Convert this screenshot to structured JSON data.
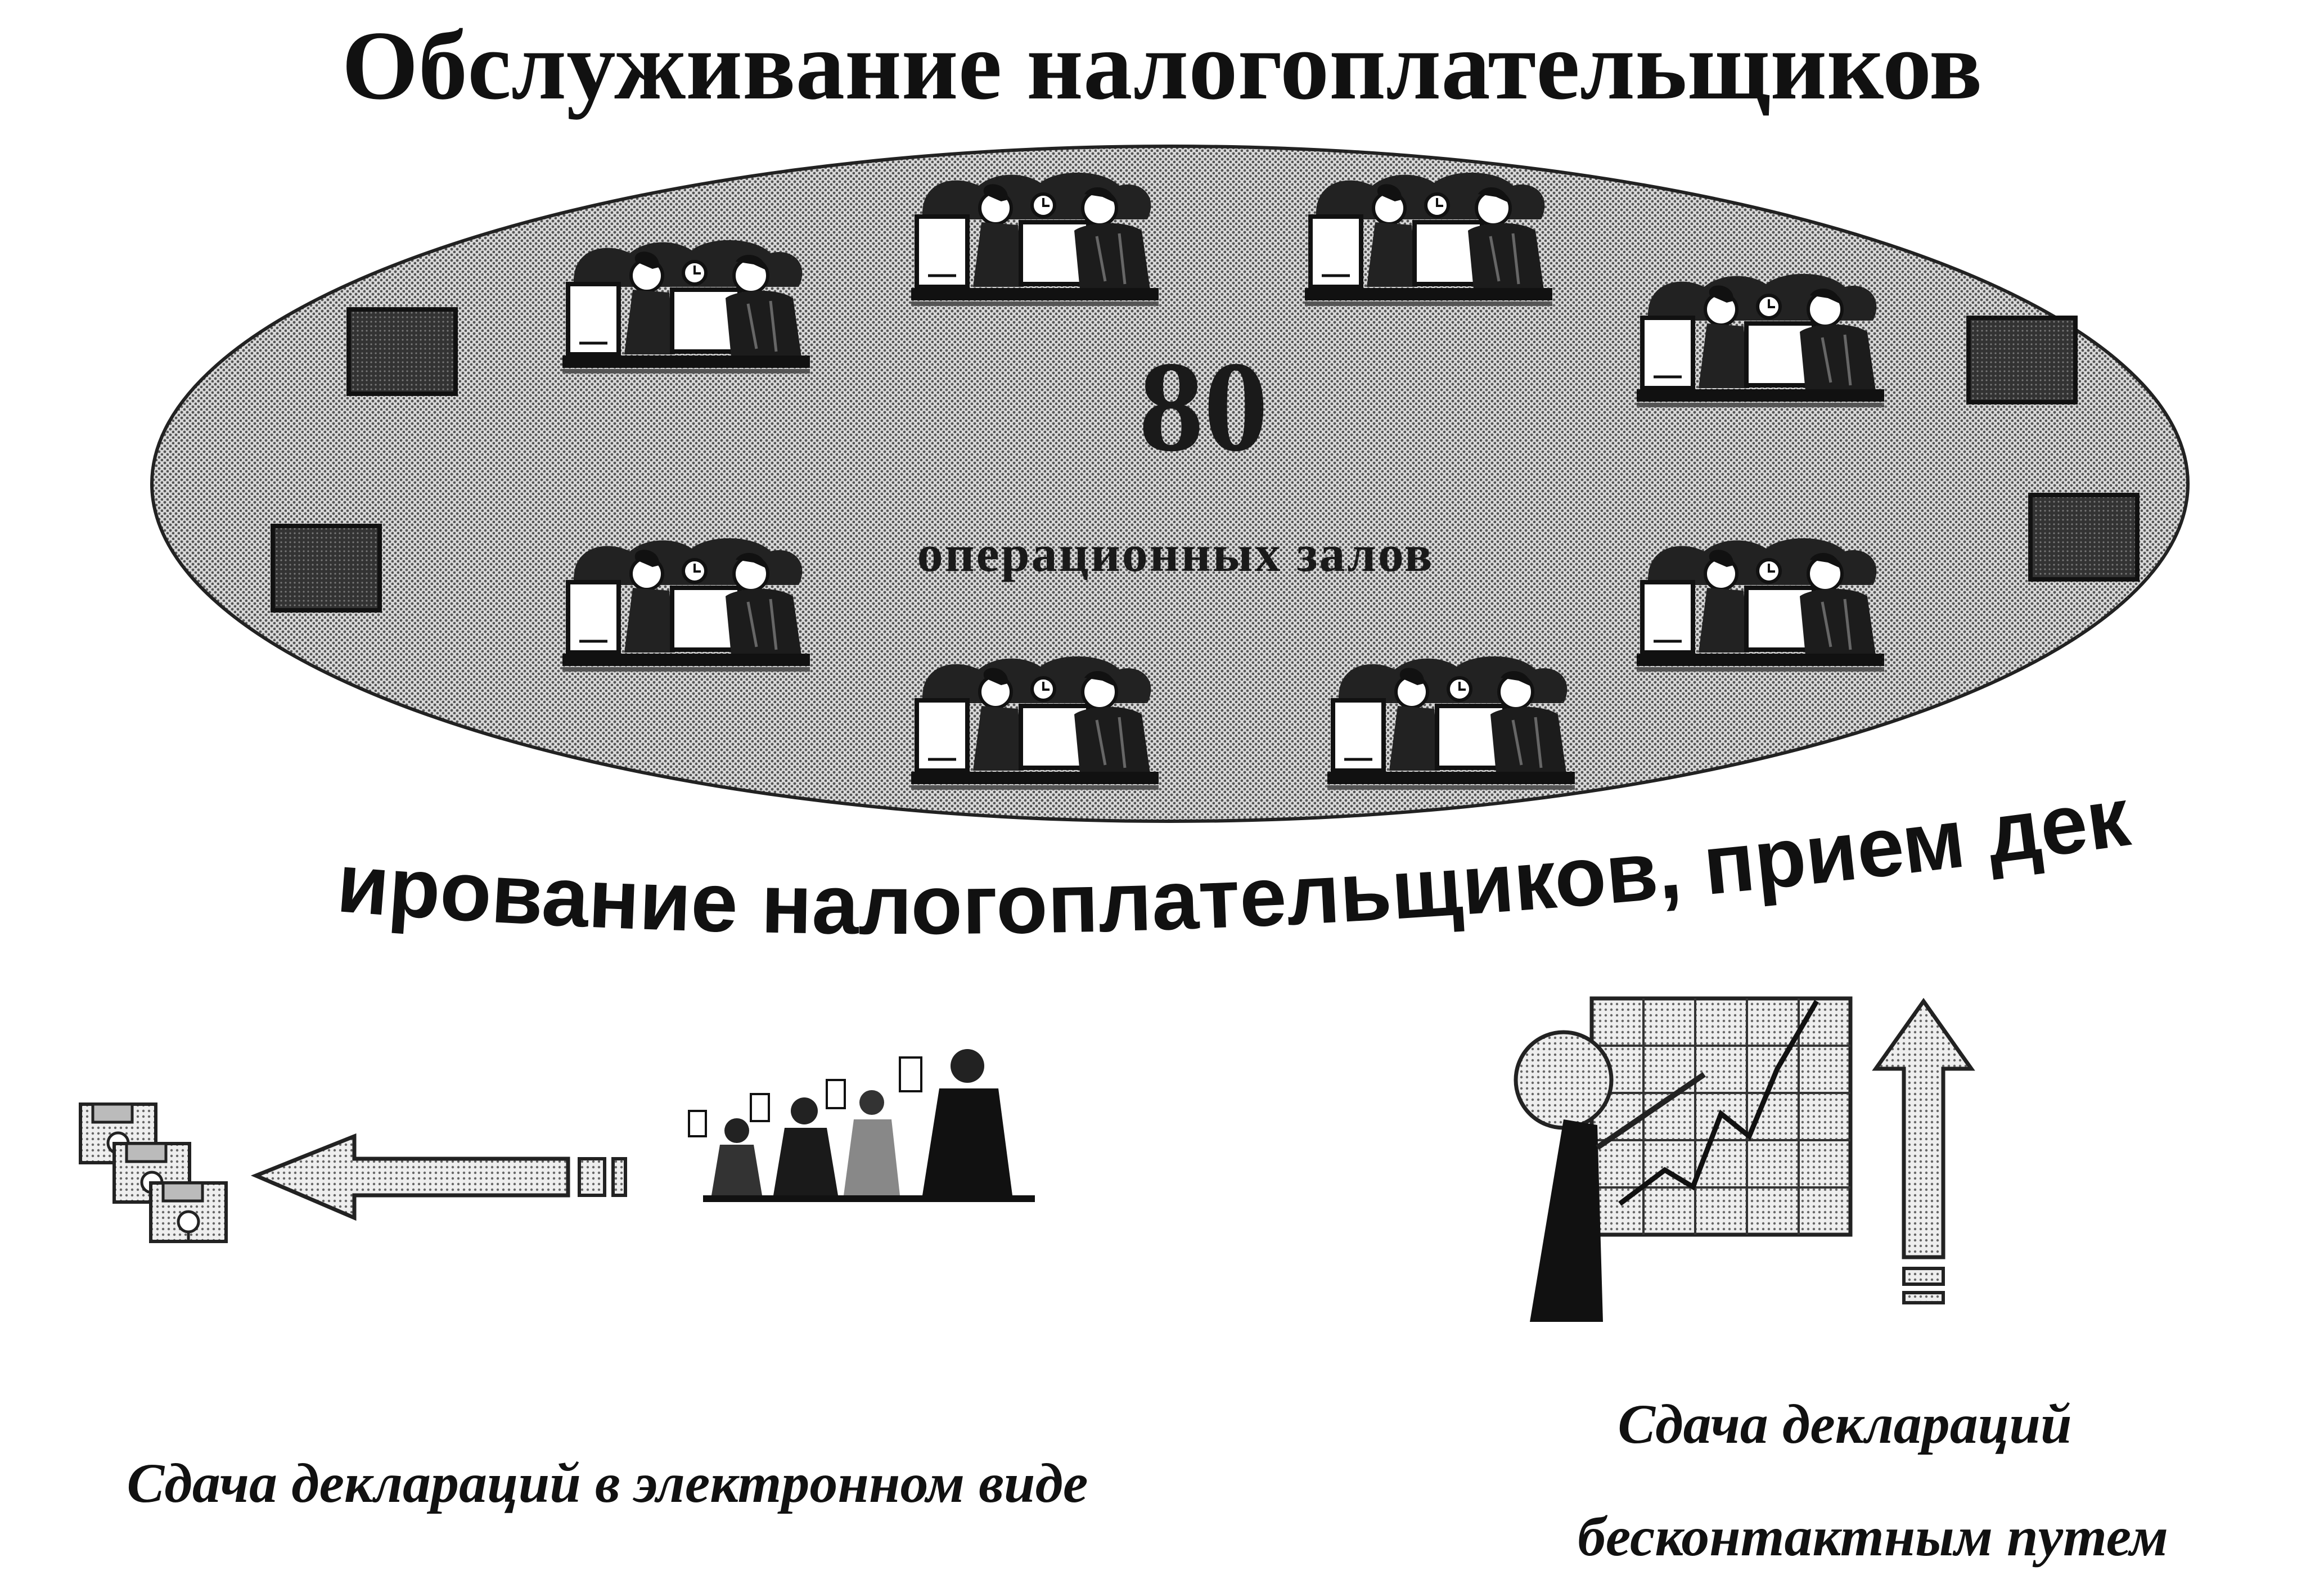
{
  "title": "Обслуживание налогоплательщиков",
  "center": {
    "number": "80",
    "label": "операционных залов"
  },
  "arc_caption": "Информирование налогоплательщиков, прием деклараций",
  "left_caption": "Сдача деклараций в электронном виде",
  "right_caption": {
    "line1": "Сдача деклараций",
    "line2": "бесконтактным путем"
  },
  "colors": {
    "ink": "#111111",
    "halftone_gray": "#9a9a9a",
    "square_fill": "#2b2b2b"
  },
  "icons": [
    "service-desk-icon",
    "dark-square-icon",
    "floppy-disk-icon",
    "left-arrow-icon",
    "business-people-voting-icon",
    "presenter-with-growth-chart-icon",
    "up-arrow-icon"
  ]
}
